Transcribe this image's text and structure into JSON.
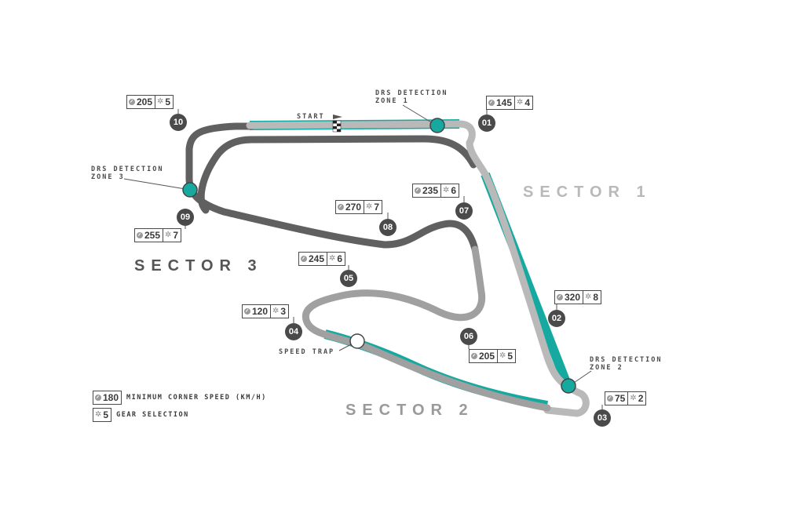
{
  "sectors": {
    "s1": "SECTOR 1",
    "s2": "SECTOR 2",
    "s3": "SECTOR 3"
  },
  "colors": {
    "sector1": "#b9b9b9",
    "sector2": "#a0a0a0",
    "sector3": "#606060",
    "drs": "#16a9a0"
  },
  "labels": {
    "start": "START",
    "drs1_line1": "DRS DETECTION",
    "drs1_line2": "ZONE 1",
    "drs2_line1": "DRS DETECTION",
    "drs2_line2": "ZONE 2",
    "drs3_line1": "DRS DETECTION",
    "drs3_line2": "ZONE 3",
    "speed_trap": "SPEED TRAP"
  },
  "corners": {
    "t01": {
      "number": "01",
      "speed": "145",
      "gear": "4"
    },
    "t02": {
      "number": "02",
      "speed": "320",
      "gear": "8"
    },
    "t03": {
      "number": "03",
      "speed": "75",
      "gear": "2"
    },
    "t04": {
      "number": "04",
      "speed": "120",
      "gear": "3"
    },
    "t05": {
      "number": "05",
      "speed": "245",
      "gear": "6"
    },
    "t06": {
      "number": "06",
      "speed": "205",
      "gear": "5"
    },
    "t07": {
      "number": "07",
      "speed": "235",
      "gear": "6"
    },
    "t08": {
      "number": "08",
      "speed": "270",
      "gear": "7"
    },
    "t09": {
      "number": "09",
      "speed": "255",
      "gear": "7"
    },
    "t10": {
      "number": "10",
      "speed": "205",
      "gear": "5"
    }
  },
  "legend": {
    "speed_example": "180",
    "speed_text": "MINIMUM CORNER SPEED (KM/H)",
    "gear_example": "5",
    "gear_text": "GEAR SELECTION"
  }
}
